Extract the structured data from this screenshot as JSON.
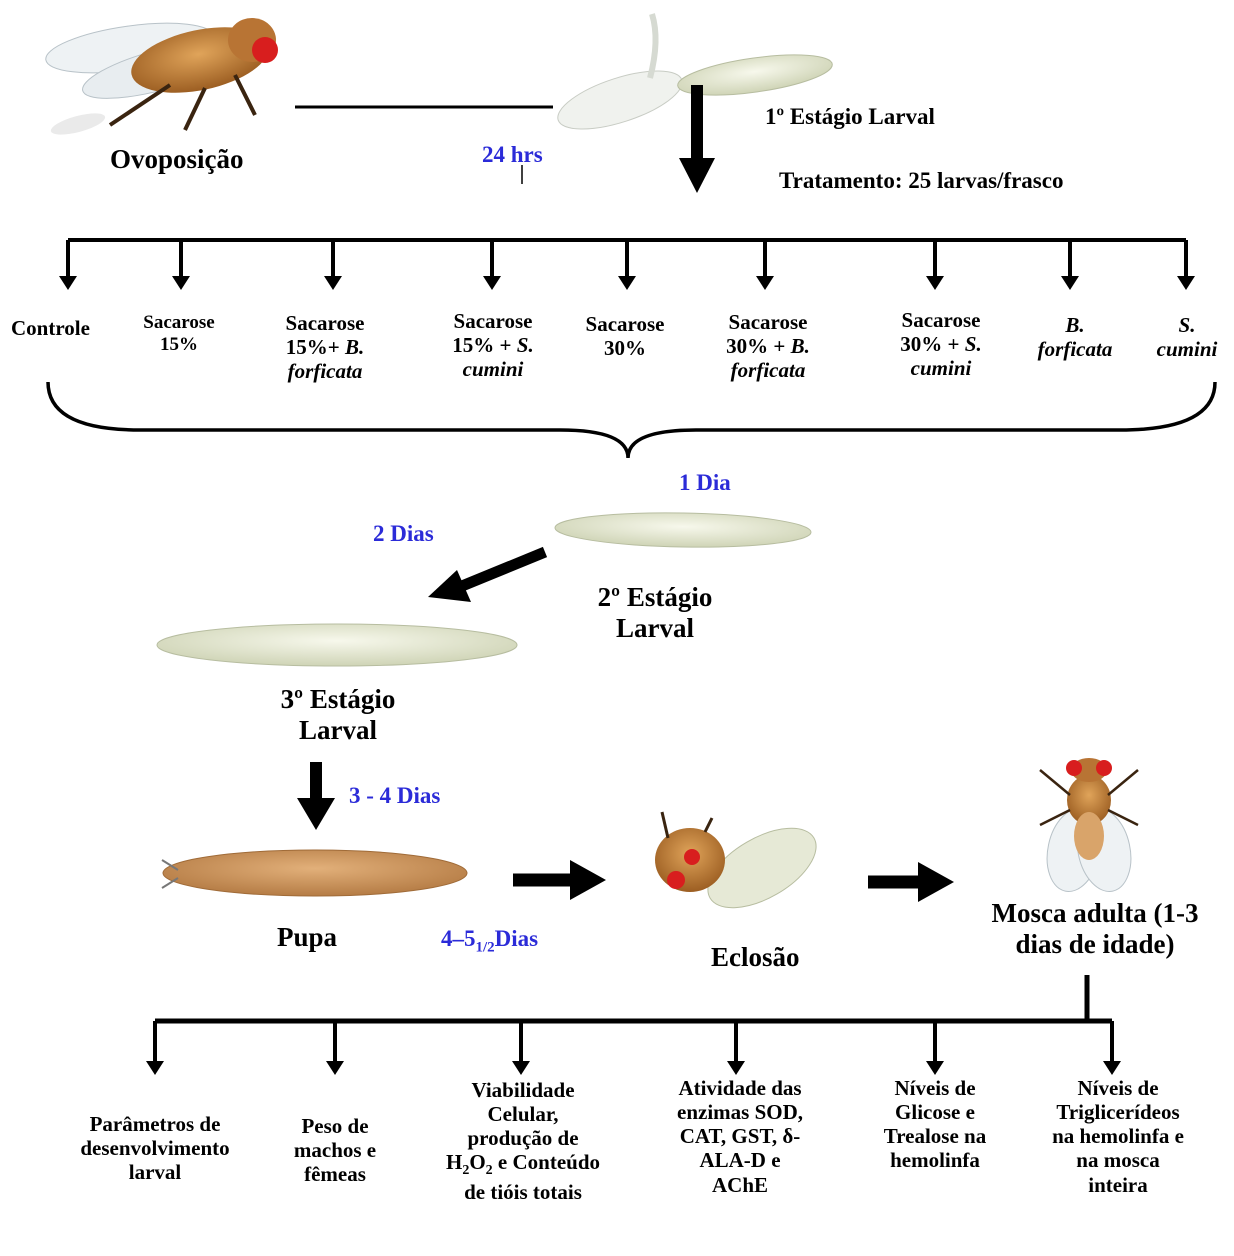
{
  "stages": {
    "oviposition": "Ovoposição",
    "larva1": "1º Estágio Larval",
    "treatment": "Tratamento: 25 larvas/frasco",
    "larva2_l1": "2º Estágio",
    "larva2_l2": "Larval",
    "larva3_l1": "3º Estágio",
    "larva3_l2": "Larval",
    "pupa": "Pupa",
    "eclosion": "Eclosão",
    "adult_l1": "Mosca adulta (1-3",
    "adult_l2": "dias de idade)"
  },
  "times": {
    "t24h": "24 hrs",
    "day1": "1 Dia",
    "days2": "2 Dias",
    "days3_4": "3 - 4 Dias",
    "days4_5_a": "4–5",
    "days4_5_sub": "1/2",
    "days4_5_b": "Dias"
  },
  "treatments": [
    {
      "l1": "Controle"
    },
    {
      "l1": "Sacarose",
      "l2": "15%"
    },
    {
      "l1": "Sacarose",
      "l2a": "15%+ ",
      "l2i": "B.",
      "l3i": "forficata"
    },
    {
      "l1": "Sacarose",
      "l2a": "15% + ",
      "l2i": "S.",
      "l3i": "cumini"
    },
    {
      "l1": "Sacarose",
      "l2": "30%"
    },
    {
      "l1": "Sacarose",
      "l2a": "30% + ",
      "l2i": "B.",
      "l3i": "forficata"
    },
    {
      "l1": "Sacarose",
      "l2a": "30% + ",
      "l2i": "S.",
      "l3i": "cumini"
    },
    {
      "l1i": "B.",
      "l2i": "forficata"
    },
    {
      "l1i": "S.",
      "l2i": "cumini"
    }
  ],
  "analyses": [
    {
      "l1": "Parâmetros de",
      "l2": "desenvolvimento",
      "l3": "larval"
    },
    {
      "l1": "Peso de",
      "l2": "machos e",
      "l3": "fêmeas"
    },
    {
      "l1": "Viabilidade",
      "l2": "Celular,",
      "l3": "produção de",
      "l4a": "H",
      "l4s1": "2",
      "l4b": "O",
      "l4s2": "2",
      "l4c": " e Conteúdo",
      "l5": "de tióis totais"
    },
    {
      "l1": "Atividade das",
      "l2": "enzimas SOD,",
      "l3": "CAT, GST, δ-",
      "l4": "ALA-D e",
      "l5": "AChE"
    },
    {
      "l1": "Níveis de",
      "l2": "Glicose e",
      "l3": "Trealose na",
      "l4": "hemolinfa"
    },
    {
      "l1": "Níveis de",
      "l2": "Triglicerídeos",
      "l3": "na hemolinfa e",
      "l4": "na mosca",
      "l5": "inteira"
    }
  ],
  "colors": {
    "time_text": "#2b2bd8",
    "lines": "#000000",
    "larva": "#e2e6cc",
    "pupa": "#c9935a",
    "fly_body": "#c98a3a",
    "fly_eye": "#d81e1e"
  }
}
